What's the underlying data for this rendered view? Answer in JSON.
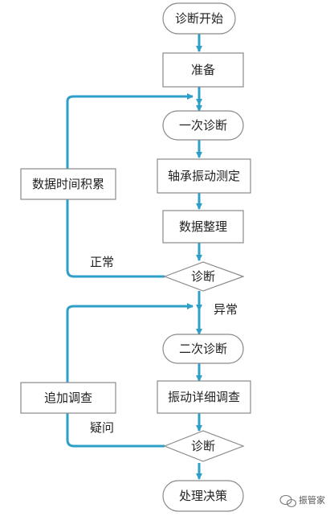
{
  "colors": {
    "arrow": "#2f9fc8",
    "border": "#8a8a8a",
    "text": "#222222",
    "fill": "#ffffff"
  },
  "nodes": {
    "start": "诊断开始",
    "prepare": "准备",
    "first_diagnosis": "一次诊断",
    "bearing_vibration": "轴承振动测定",
    "data_sort": "数据整理",
    "diagnosis_1": "诊断",
    "second_diagnosis": "二次诊断",
    "vibration_detail": "振动详细调查",
    "diagnosis_2": "诊断",
    "handle": "处理决策",
    "data_accumulate": "数据时间积累",
    "additional_check": "追加调查"
  },
  "edge_labels": {
    "normal": "正常",
    "abnormal": "异常",
    "doubt": "疑问"
  },
  "watermark": {
    "text": "振管家"
  }
}
